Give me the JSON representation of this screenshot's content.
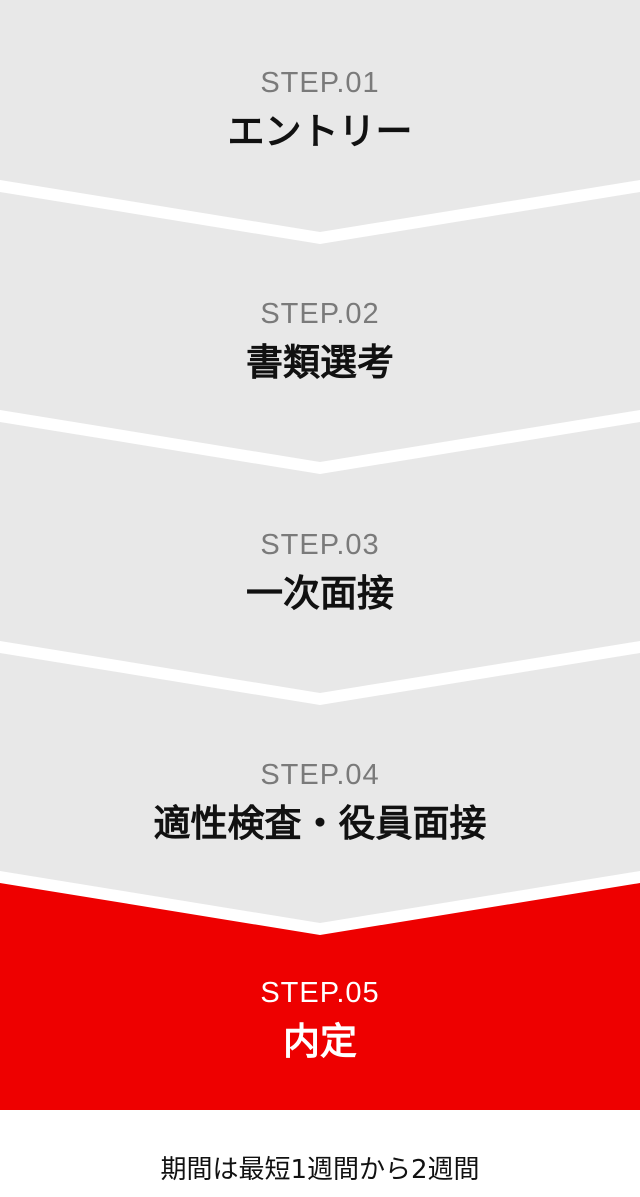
{
  "colors": {
    "step_bg": "#e8e8e8",
    "final_bg": "#ee0000",
    "separator": "#ffffff"
  },
  "steps": [
    {
      "label": "STEP.01",
      "title": "エントリー"
    },
    {
      "label": "STEP.02",
      "title": "書類選考"
    },
    {
      "label": "STEP.03",
      "title": "一次面接"
    },
    {
      "label": "STEP.04",
      "title": "適性検査・役員面接"
    },
    {
      "label": "STEP.05",
      "title": "内定"
    }
  ],
  "footer": {
    "duration_text": "期間は最短1週間から2週間"
  }
}
